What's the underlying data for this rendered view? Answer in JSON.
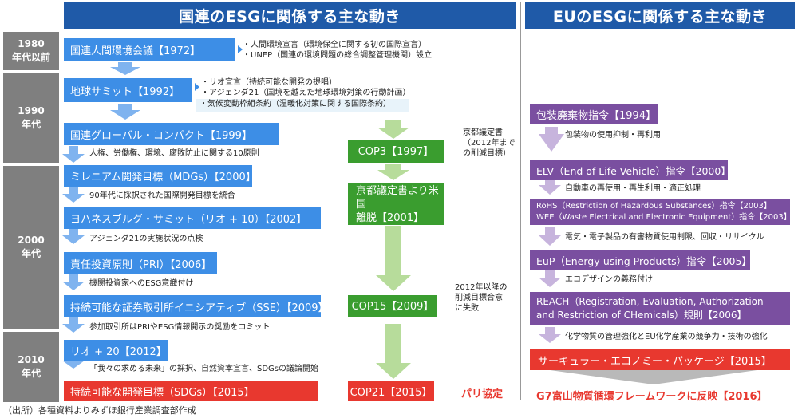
{
  "headers": {
    "un": "国連のESGに関係する主な動き",
    "eu": "EUのESGに関係する主な動き"
  },
  "eras": [
    "1980\n年代以前",
    "1990\n年代",
    "2000\n年代",
    "2010\n年代"
  ],
  "un_events": [
    "国連人間環境会議【1972】",
    "地球サミット【1992】",
    "国連グローバル・コンパクト【1999】",
    "ミレニアム開発目標（MDGs）【2000】",
    "ヨハネスブルグ・サミット（リオ + 10）【2002】",
    "責任投資原則（PRI）【2006】",
    "持続可能な証券取引所イニシアティブ（SSE）【2009】",
    "リオ + 20【2012】",
    "持続可能な開発目標（SDGs）【2015】"
  ],
  "un_notes": {
    "n1972": "・人間環境宣言（環境保全に関する初の国際宣言）\n・UNEP（国連の環境問題の総合調整管理機関）設立",
    "n1992": "・リオ宣言（持続可能な開発の提唱）\n・アジェンダ21（国境を越えた地球環境対策の行動計画）",
    "n1992b": "・気候変動枠組条約（温暖化対策に関する国際条約）",
    "n1999": "人権、労働権、環境、腐敗防止に関する10原則",
    "n2000": "90年代に採択された国際開発目標を統合",
    "n2002": "アジェンダ21の実施状況の点検",
    "n2006": "機関投資家へのESG意識付け",
    "n2009": "参加取引所はPRIやESG情報開示の奨励をコミット",
    "n2012": "「我々の求める未来」の採択、自然資本宣言、SDGsの議論開始"
  },
  "cop": [
    "COP3【1997】",
    "京都議定書より米国\n離脱【2001】",
    "COP15【2009】",
    "COP21【2015】"
  ],
  "cop_notes": {
    "kyoto": "京都議定書\n（2012年まで\nの削減目標）",
    "after2012": "2012年以降の\n削減目標合意\nに失敗",
    "paris": "パリ協定"
  },
  "eu_events": {
    "e1994": "包装廃棄物指令【1994】",
    "e2000": "ELV（End of Life Vehicle）指令【2000】",
    "rohs": "RoHS（Restriction of Hazardous Substances）指令【2003】",
    "weee": "WEE（Waste Electrical and Electronic Equipment）指令【2003】",
    "eup": "EuP（Energy-using Products）指令【2005】",
    "reach1": "REACH（Registration, Evaluation, Authorization",
    "reach2": "and Restriction of CHemicals）規則【2006】",
    "circular": "サーキュラー・エコノミー・パッケージ【2015】"
  },
  "eu_notes": {
    "n1994": "包装物の使用抑制・再利用",
    "n2000": "自動車の再使用・再生利用・適正処理",
    "n2003": "電気・電子製品の有害物質使用制限、回収・リサイクル",
    "n2005": "エコデザインの義務付け",
    "n2006": "化学物質の管理強化とEU化学産業の競争力・技術の強化"
  },
  "g7": "G7富山物質循環フレームワークに反映【2016】",
  "source": "（出所）各種資料よりみずほ銀行産業調査部作成",
  "colors": {
    "header": "#1f5aa8",
    "era": "#7f7f7f",
    "un_box": "#3d8ee6",
    "cop_box": "#3a9d2f",
    "eu_box": "#7a4fa0",
    "highlight": "#e8382f"
  }
}
